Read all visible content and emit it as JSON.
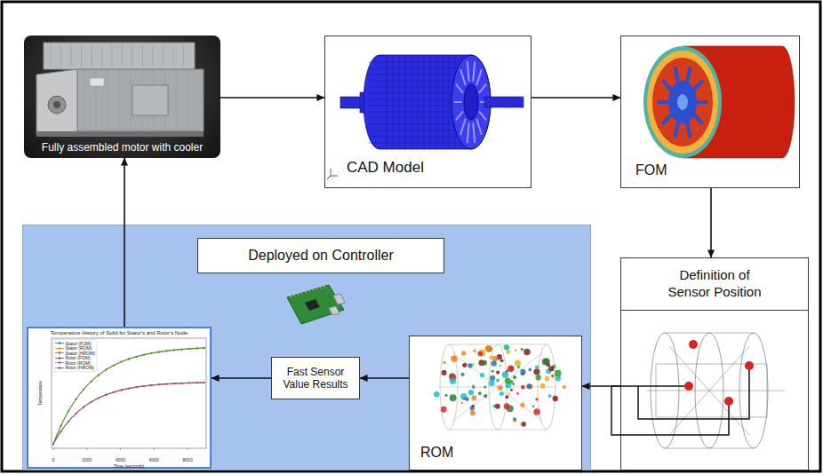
{
  "diagram": {
    "nodes": [
      {
        "text": [
          "Fully assembled motor with cooler"
        ]
      },
      {
        "text": [
          "CAD Model"
        ]
      },
      {
        "text": [
          "FOM"
        ]
      },
      {
        "text": [
          "Deployed on Controller"
        ]
      },
      {
        "text": [
          "Definition of Sensor Position"
        ]
      },
      {
        "text": [
          "ROM"
        ],
        "in": 3
      },
      {
        "text": [
          "Fast Sensor Value Results"
        ],
        "in": 3
      },
      {
        "text": [
          "Temperature History of Solid for Stator's and Rotor's Node"
        ],
        "in": 3
      }
    ],
    "edges": [
      {
        "from": 0,
        "to": 1,
        "arrow": "to"
      },
      {
        "from": 1,
        "to": 2,
        "arrow": "to"
      },
      {
        "from": 2,
        "to": 4,
        "arrow": "to"
      },
      {
        "from": 4,
        "to": 5,
        "arrow": "to"
      },
      {
        "from": 5,
        "to": 6,
        "arrow": "to"
      },
      {
        "from": 6,
        "to": 7,
        "arrow": "to"
      },
      {
        "from": 7,
        "to": 0,
        "arrow": "to"
      }
    ],
    "labels": [
      "0",
      "2000",
      "4000",
      "6000",
      "8000",
      "Time (seconds)",
      "Temperature"
    ],
    "legend": [
      {
        "text": "Stator (FOM)"
      },
      {
        "text": "Stator (ROM)"
      },
      {
        "text": "Stator (HROM)"
      },
      {
        "text": "Rotor (FOM)"
      },
      {
        "text": "Rotor (ROM)"
      },
      {
        "text": "Rotor (HROM)"
      }
    ]
  }
}
